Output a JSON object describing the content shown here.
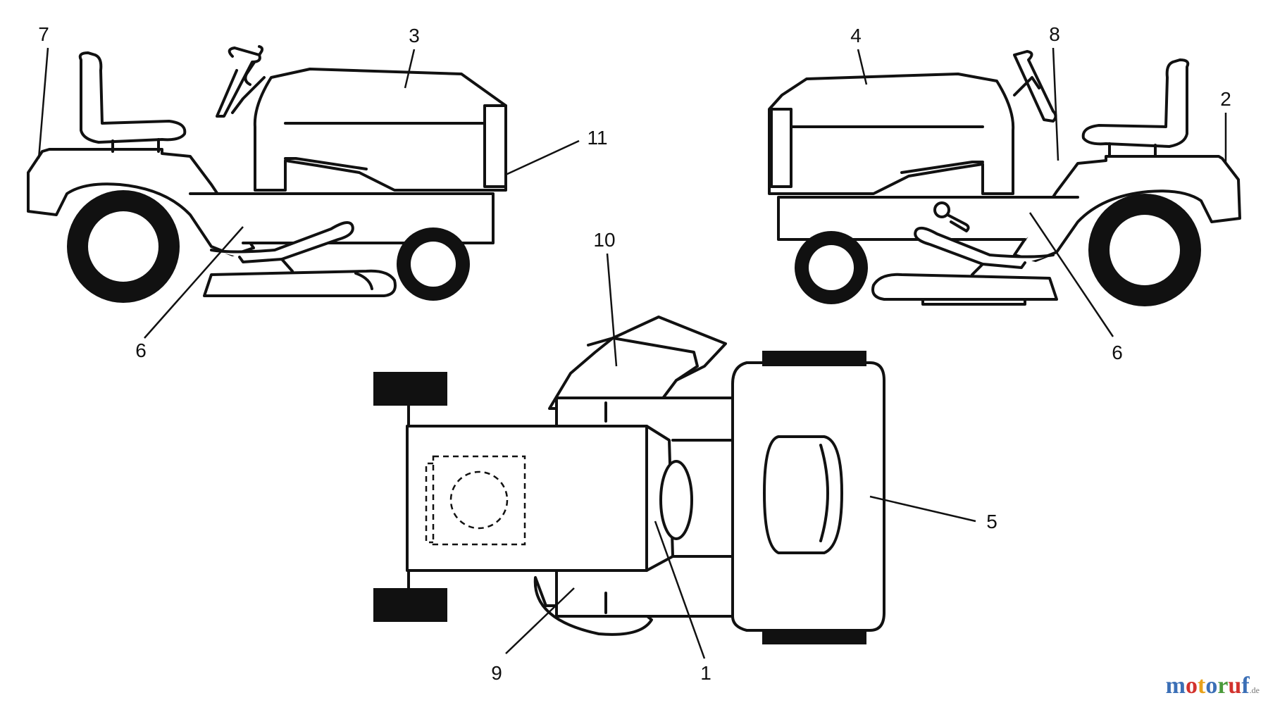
{
  "callouts": [
    {
      "id": "c7",
      "label": "7"
    },
    {
      "id": "c3",
      "label": "3"
    },
    {
      "id": "c11",
      "label": "11"
    },
    {
      "id": "c6a",
      "label": "6"
    },
    {
      "id": "c4",
      "label": "4"
    },
    {
      "id": "c8",
      "label": "8"
    },
    {
      "id": "c2",
      "label": "2"
    },
    {
      "id": "c6b",
      "label": "6"
    },
    {
      "id": "c10",
      "label": "10"
    },
    {
      "id": "c5",
      "label": "5"
    },
    {
      "id": "c9",
      "label": "9"
    },
    {
      "id": "c1",
      "label": "1"
    }
  ],
  "watermark": {
    "letters": [
      "m",
      "o",
      "t",
      "o",
      "r",
      "u",
      "f"
    ],
    "letter_colors": [
      "#3b6fb6",
      "#d2322d",
      "#e8a21a",
      "#3b6fb6",
      "#4a9a3a",
      "#d2322d",
      "#3b6fb6"
    ],
    "suffix": ".de"
  }
}
